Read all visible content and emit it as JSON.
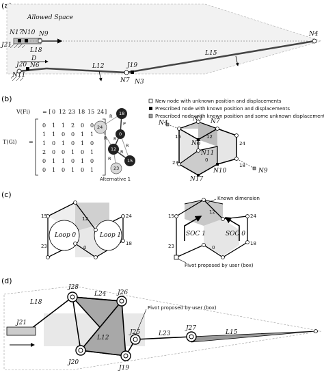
{
  "panels": {
    "a": "(a)",
    "b": "(b)",
    "c": "(c)",
    "d": "(d)"
  },
  "panel_a": {
    "allowed_space": "Allowed Space",
    "nodes": [
      "N17",
      "N10",
      "N9",
      "N4",
      "N11",
      "N6",
      "N7",
      "N3"
    ],
    "joints": [
      "J21",
      "J20",
      "J19"
    ],
    "links": [
      "L18",
      "L12",
      "L15"
    ],
    "disp": "D"
  },
  "panel_b": {
    "vector_label": "V(Fi)",
    "vector_values": [
      "0",
      "12",
      "23",
      "18",
      "15",
      "24"
    ],
    "matrix_label": "T(Gi)",
    "matrix": [
      [
        "0",
        "1",
        "1",
        "2",
        "0",
        "0"
      ],
      [
        "1",
        "1",
        "0",
        "0",
        "1",
        "1"
      ],
      [
        "1",
        "0",
        "1",
        "0",
        "1",
        "0"
      ],
      [
        "2",
        "0",
        "0",
        "1",
        "0",
        "1"
      ],
      [
        "0",
        "1",
        "1",
        "0",
        "1",
        "0"
      ],
      [
        "0",
        "1",
        "0",
        "1",
        "0",
        "1"
      ]
    ],
    "graph_nodes": [
      "18",
      "0",
      "24",
      "12",
      "15",
      "23"
    ],
    "edge_labels": [
      "P",
      "R",
      "R",
      "R",
      "R",
      "R",
      "R"
    ],
    "alternative": "Alternative 1",
    "legend": [
      "New node with unknown position and displacements",
      "Prescribed node with known position and displacements",
      "Prescribed node with known position and some unknown displacement"
    ],
    "mech_nodes": [
      "N4",
      "N3",
      "N7",
      "N6",
      "N11",
      "N17",
      "N10",
      "N9"
    ],
    "mech_links": [
      "15",
      "12",
      "24",
      "23",
      "0",
      "18"
    ]
  },
  "panel_c": {
    "left_links": [
      "15",
      "12",
      "24",
      "23",
      "0",
      "18"
    ],
    "loops": [
      "Loop 0",
      "Loop 1"
    ],
    "right_links": [
      "15",
      "12",
      "24",
      "23",
      "0",
      "18"
    ],
    "socs": [
      "SOC 1",
      "SOC 0"
    ],
    "known_dimension": "Known dimension",
    "pivot_note": "Pivot proposed by user (box)"
  },
  "panel_d": {
    "joints": [
      "J28",
      "J26",
      "J21",
      "J25",
      "J27",
      "J20",
      "J19"
    ],
    "links": [
      "L18",
      "L24",
      "L12",
      "L23",
      "L15"
    ],
    "pivot_note": "Pivot proposed by user (box)"
  }
}
